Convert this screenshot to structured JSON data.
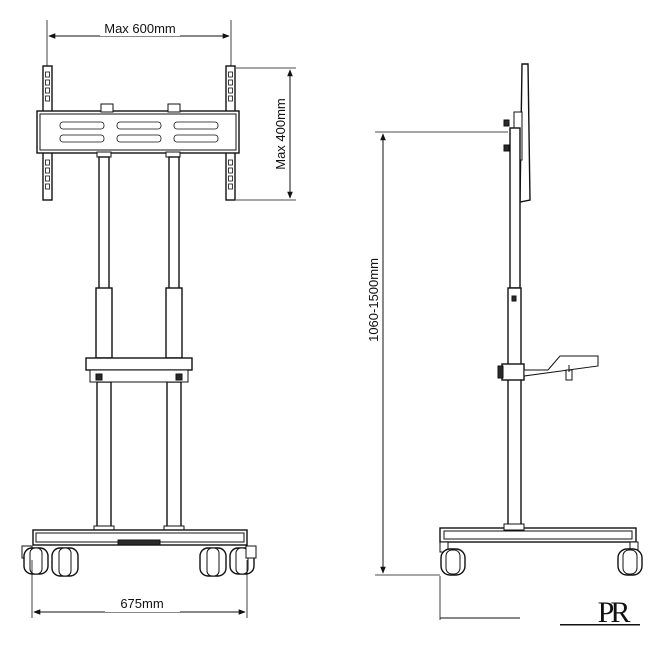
{
  "dimensions": {
    "mount_width": "Max 600mm",
    "mount_height": "Max 400mm",
    "stand_height": "1060-1500mm",
    "base_width": "675mm"
  },
  "logo": {
    "text": "PR"
  }
}
